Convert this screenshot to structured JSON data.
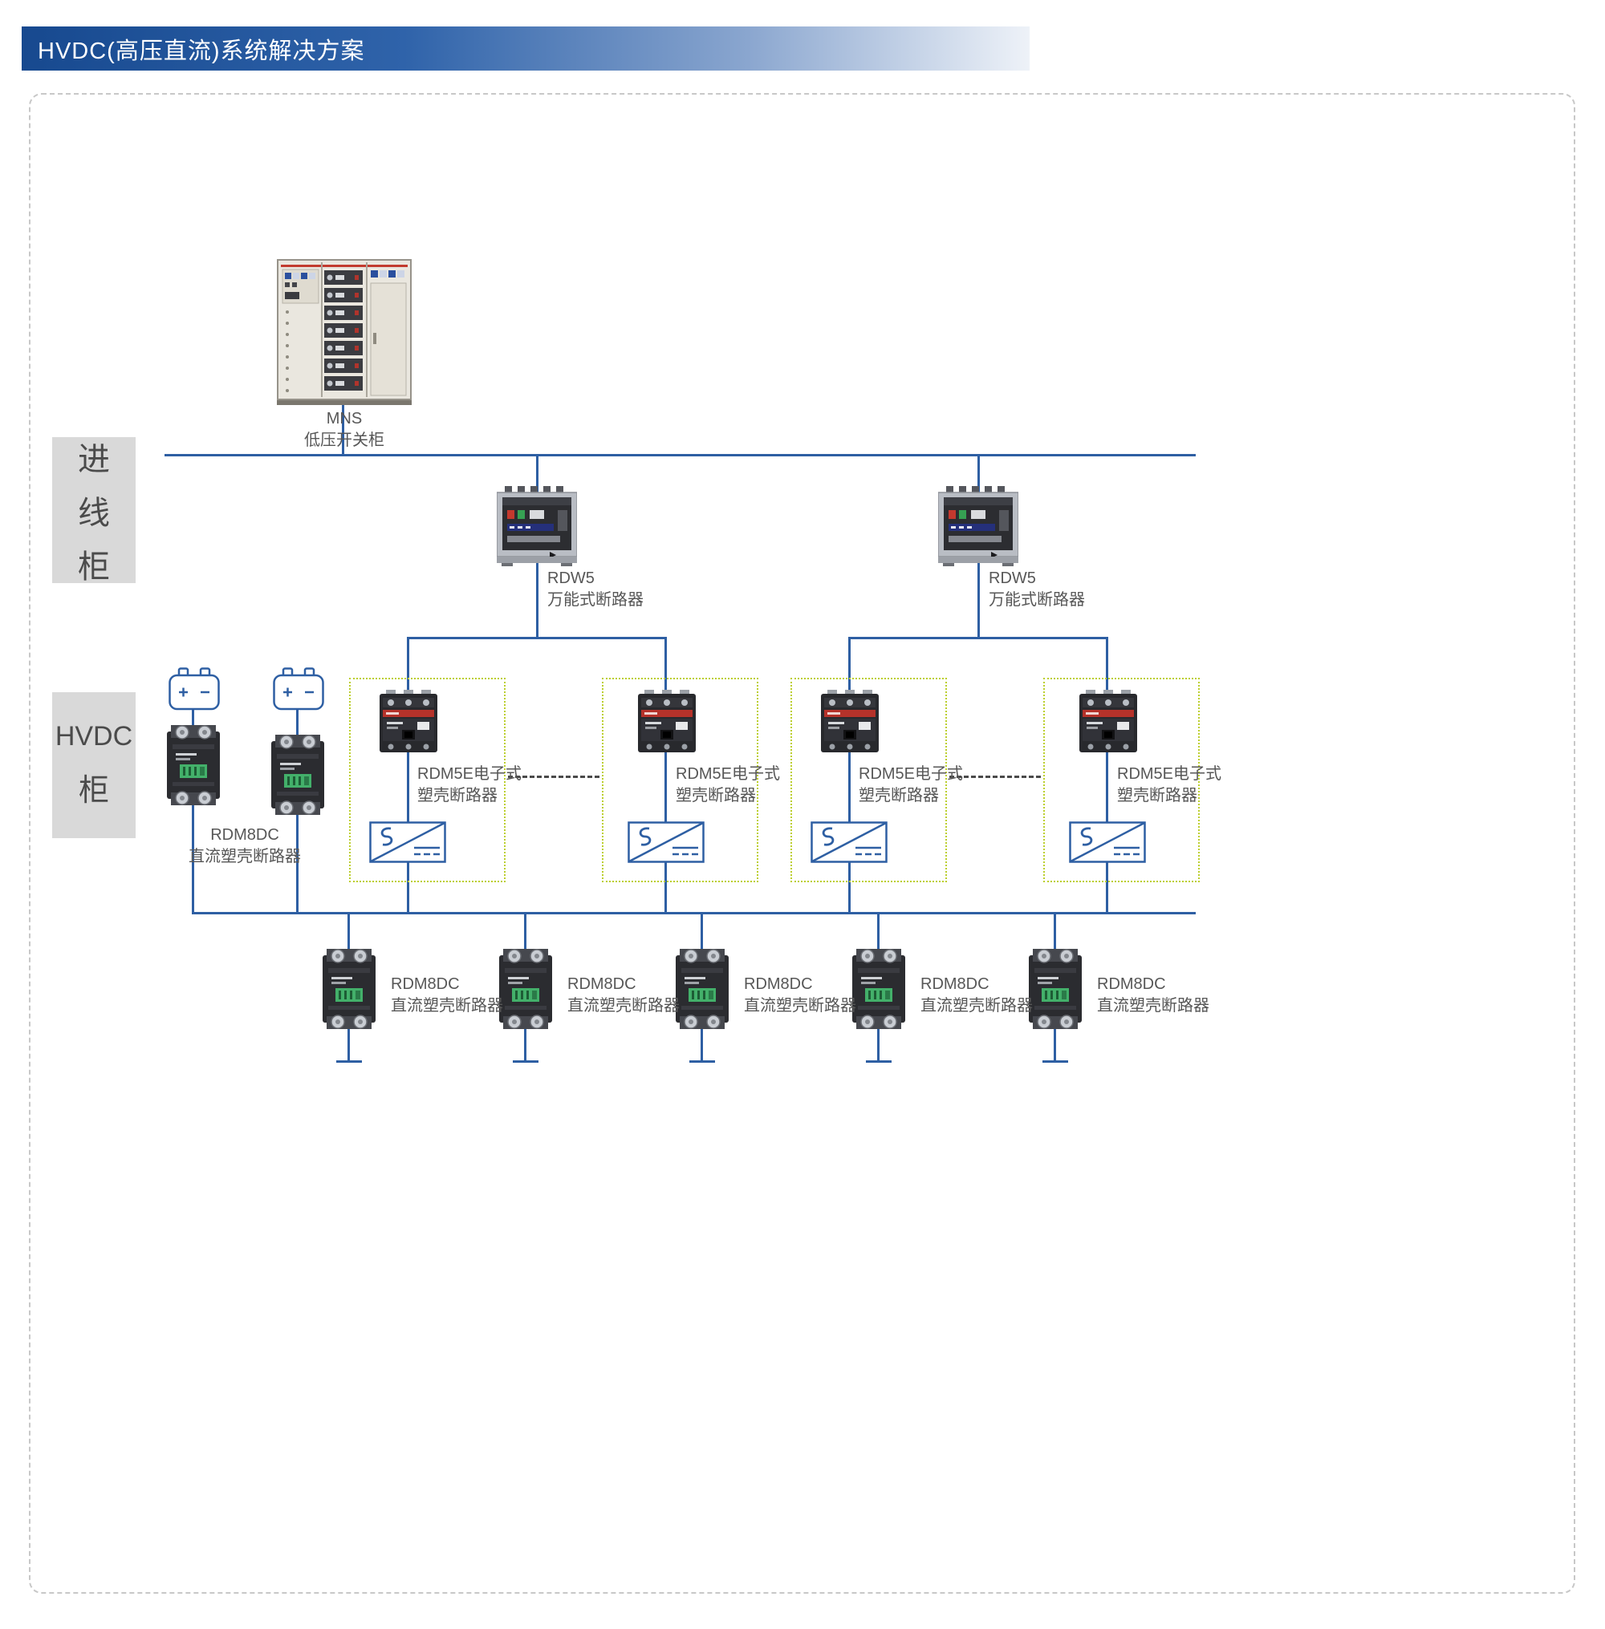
{
  "title": "HVDC(高压直流)系统解决方案",
  "mns": {
    "name": "MNS",
    "desc": "低压开关柜"
  },
  "cabinet_labels": {
    "incoming": {
      "char1": "进",
      "char2": "线",
      "char3": "柜"
    },
    "hvdc": {
      "line1": "HVDC",
      "line2": "柜"
    }
  },
  "rdw5_units": [
    {
      "name": "RDW5",
      "desc": "万能式断路器"
    },
    {
      "name": "RDW5",
      "desc": "万能式断路器"
    }
  ],
  "rdm5e_units": [
    {
      "name": "RDM5E电子式",
      "desc": "塑壳断路器"
    },
    {
      "name": "RDM5E电子式",
      "desc": "塑壳断路器"
    },
    {
      "name": "RDM5E电子式",
      "desc": "塑壳断路器"
    },
    {
      "name": "RDM5E电子式",
      "desc": "塑壳断路器"
    }
  ],
  "battery_branch": {
    "name": "RDM8DC",
    "desc": "直流塑壳断路器"
  },
  "feeders": [
    {
      "name": "RDM8DC",
      "desc": "直流塑壳断路器"
    },
    {
      "name": "RDM8DC",
      "desc": "直流塑壳断路器"
    },
    {
      "name": "RDM8DC",
      "desc": "直流塑壳断路器"
    },
    {
      "name": "RDM8DC",
      "desc": "直流塑壳断路器"
    },
    {
      "name": "RDM8DC",
      "desc": "直流塑壳断路器"
    }
  ],
  "colors": {
    "line_blue": "#2e5fa3",
    "dotted_green": "#bccf2e",
    "cabinet_gray": "#d9d9d9",
    "title_grad_start": "#17498f",
    "title_grad_end": "#eef2f8"
  }
}
